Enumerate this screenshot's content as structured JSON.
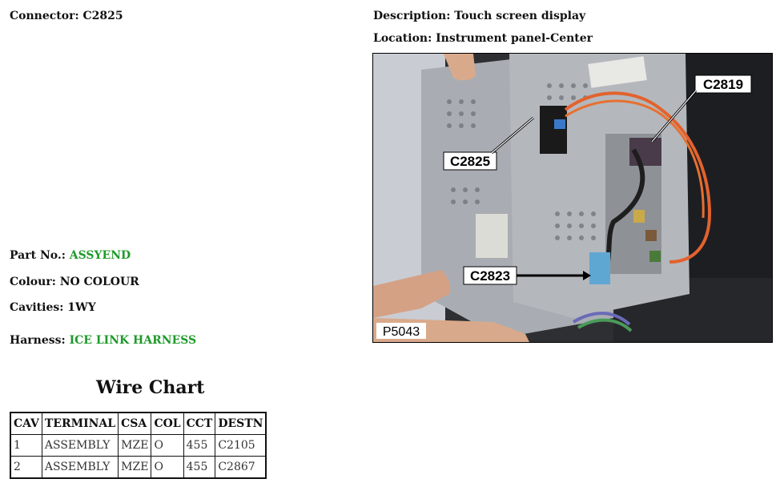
{
  "connector": {
    "label": "Connector:",
    "value": "C2825"
  },
  "description": {
    "label": "Description:",
    "value": "Touch screen display"
  },
  "location": {
    "label": "Location:",
    "value": "Instrument panel-Center"
  },
  "part_no": {
    "label": "Part No.:",
    "value": "ASSYEND"
  },
  "colour": {
    "label": "Colour:",
    "value": "NO COLOUR"
  },
  "cavities": {
    "label": "Cavities:",
    "value": "1WY"
  },
  "harness": {
    "label": "Harness:",
    "value": "ICE LINK HARNESS"
  },
  "colors": {
    "link_green": "#1e9a2a"
  },
  "photo": {
    "callouts": {
      "c2819": "C2819",
      "c2825": "C2825",
      "c2823": "C2823"
    },
    "photo_id": "P5043"
  },
  "wire_chart": {
    "title": "Wire Chart",
    "headers": {
      "cav": "CAV",
      "terminal": "TERMINAL",
      "csa": "CSA",
      "col": "COL",
      "cct": "CCT",
      "destn": "DESTN"
    },
    "rows": [
      {
        "cav": "1",
        "terminal": "ASSEMBLY",
        "csa": "MZE",
        "col": "O",
        "cct": "455",
        "destn": "C2105"
      },
      {
        "cav": "2",
        "terminal": "ASSEMBLY",
        "csa": "MZE",
        "col": "O",
        "cct": "455",
        "destn": "C2867"
      }
    ]
  }
}
